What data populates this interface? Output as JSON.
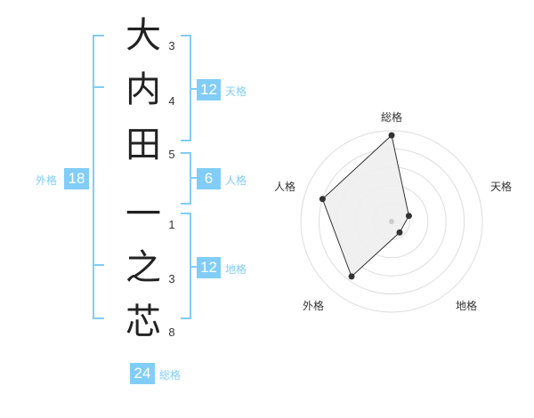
{
  "name": {
    "chars": [
      {
        "char": "大",
        "strokes": "3"
      },
      {
        "char": "内",
        "strokes": "4"
      },
      {
        "char": "田",
        "strokes": "5"
      },
      {
        "char": "一",
        "strokes": "1"
      },
      {
        "char": "之",
        "strokes": "3"
      },
      {
        "char": "芯",
        "strokes": "8"
      }
    ]
  },
  "fortunes": {
    "tenkaku": {
      "value": "12",
      "label": "天格"
    },
    "jinkaku": {
      "value": "6",
      "label": "人格"
    },
    "chikaku": {
      "value": "12",
      "label": "地格"
    },
    "gaikaku": {
      "value": "18",
      "label": "外格"
    },
    "soukaku": {
      "value": "24",
      "label": "総格"
    }
  },
  "colors": {
    "accent": "#81cdf7",
    "line": "#333333",
    "fill": "#eeeeee",
    "ring": "#dddddd"
  },
  "chart_data": {
    "type": "radar",
    "axes": [
      "総格",
      "天格",
      "地格",
      "外格",
      "人格"
    ],
    "values": [
      0.95,
      0.2,
      0.15,
      0.75,
      0.8
    ],
    "max": 1
  }
}
